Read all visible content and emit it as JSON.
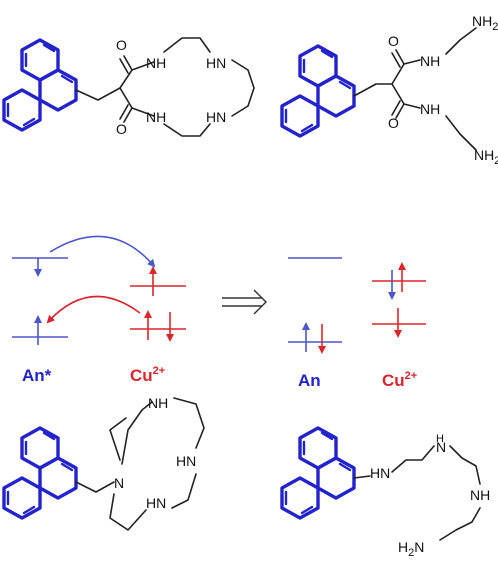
{
  "labels": {
    "an_star": "An*",
    "an": "An",
    "cu": "Cu",
    "cu_charge": "2+"
  },
  "atoms": {
    "o": "O",
    "nh": "NH",
    "hn": "HN",
    "n": "N",
    "nh2": "NH",
    "h2n": "H",
    "sub2": "2",
    "n_suffix": "N"
  },
  "colors": {
    "anthracene": "#2323cc",
    "blue_level": "#4b57c8",
    "red_level": "#d8262c",
    "bond": "#222222"
  }
}
